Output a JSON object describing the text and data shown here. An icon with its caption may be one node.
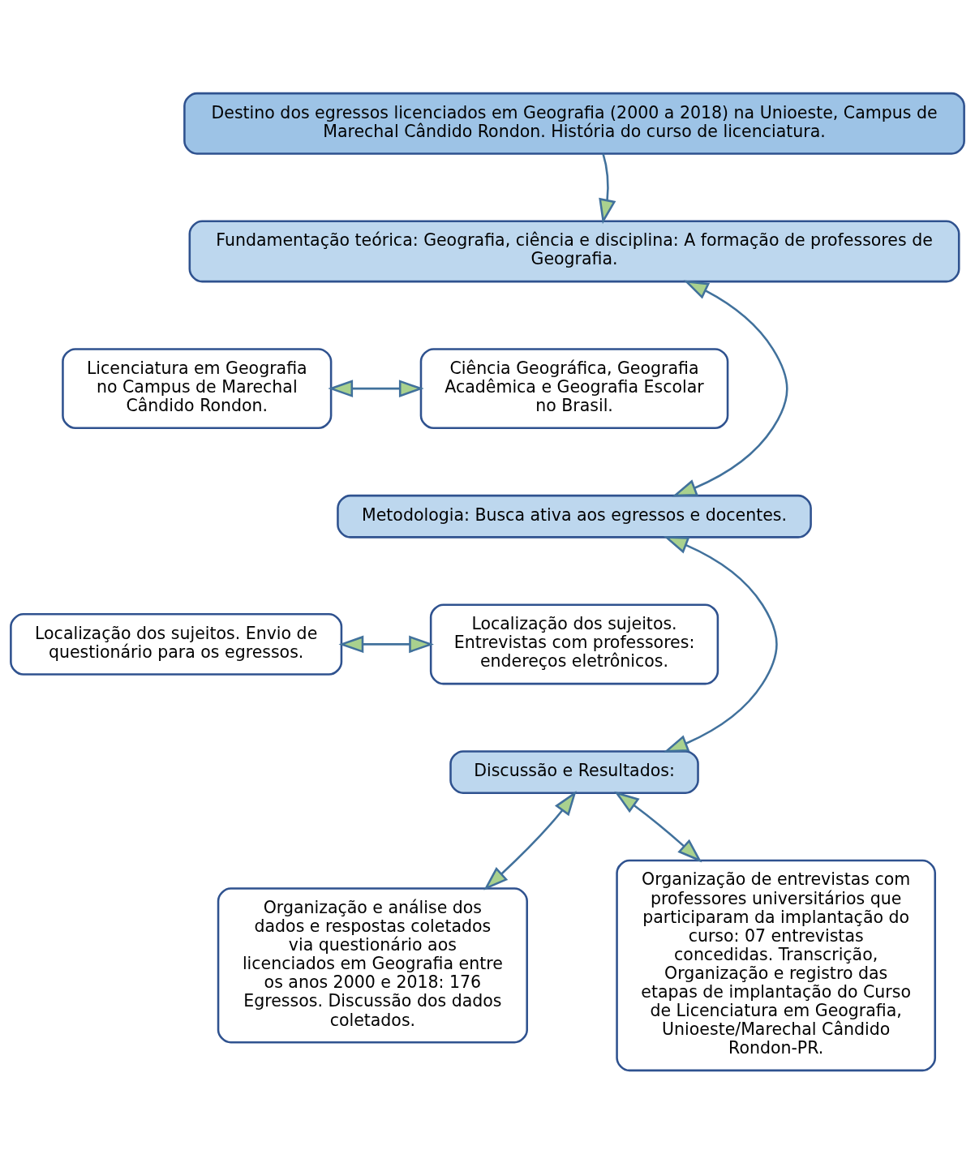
{
  "diagram": {
    "nodes": [
      {
        "text": [
          "Destino dos egressos licenciados em Geografia (2000 a 2018) na Unioeste, Campus de Marechal Cândido Rondon. História do curso de licenciatura."
        ]
      },
      {
        "text": [
          "Fundamentação teórica: Geografia, ciência e disciplina: A formação de professores de Geografia."
        ]
      },
      {
        "text": [
          "Licenciatura em Geografia no Campus de Marechal Cândido Rondon."
        ]
      },
      {
        "text": [
          "Ciência Geográfica, Geografia Acadêmica e Geografia Escolar no Brasil."
        ]
      },
      {
        "text": [
          "Metodologia: Busca ativa aos egressos e docentes."
        ]
      },
      {
        "text": [
          "Localização dos sujeitos. Envio de questionário para os egressos."
        ]
      },
      {
        "text": [
          "Localização dos sujeitos. Entrevistas com professores: endereços eletrônicos."
        ]
      },
      {
        "text": [
          "Discussão e Resultados:"
        ]
      },
      {
        "text": [
          "Organização e análise dos dados e respostas coletados via questionário aos licenciados em Geografia entre os anos 2000 e 2018: 176 Egressos. Discussão dos dados coletados."
        ]
      },
      {
        "text": [
          "Organização de entrevistas com professores universitários que participaram da implantação do curso: 07 entrevistas concedidas. Transcrição, Organização e registro das etapas de implantação do Curso de Licenciatura em Geografia, Unioeste/Marechal Cândido Rondon-PR."
        ]
      }
    ],
    "edges": [
      {
        "from": 0,
        "to": 1,
        "arrow": "to"
      },
      {
        "from": 1,
        "to": 4,
        "arrow": "both"
      },
      {
        "from": 2,
        "to": 3,
        "arrow": "both"
      },
      {
        "from": 4,
        "to": 7,
        "arrow": "both"
      },
      {
        "from": 5,
        "to": 6,
        "arrow": "both"
      },
      {
        "from": 7,
        "to": 8,
        "arrow": "both"
      },
      {
        "from": 7,
        "to": 9,
        "arrow": "both"
      }
    ]
  }
}
